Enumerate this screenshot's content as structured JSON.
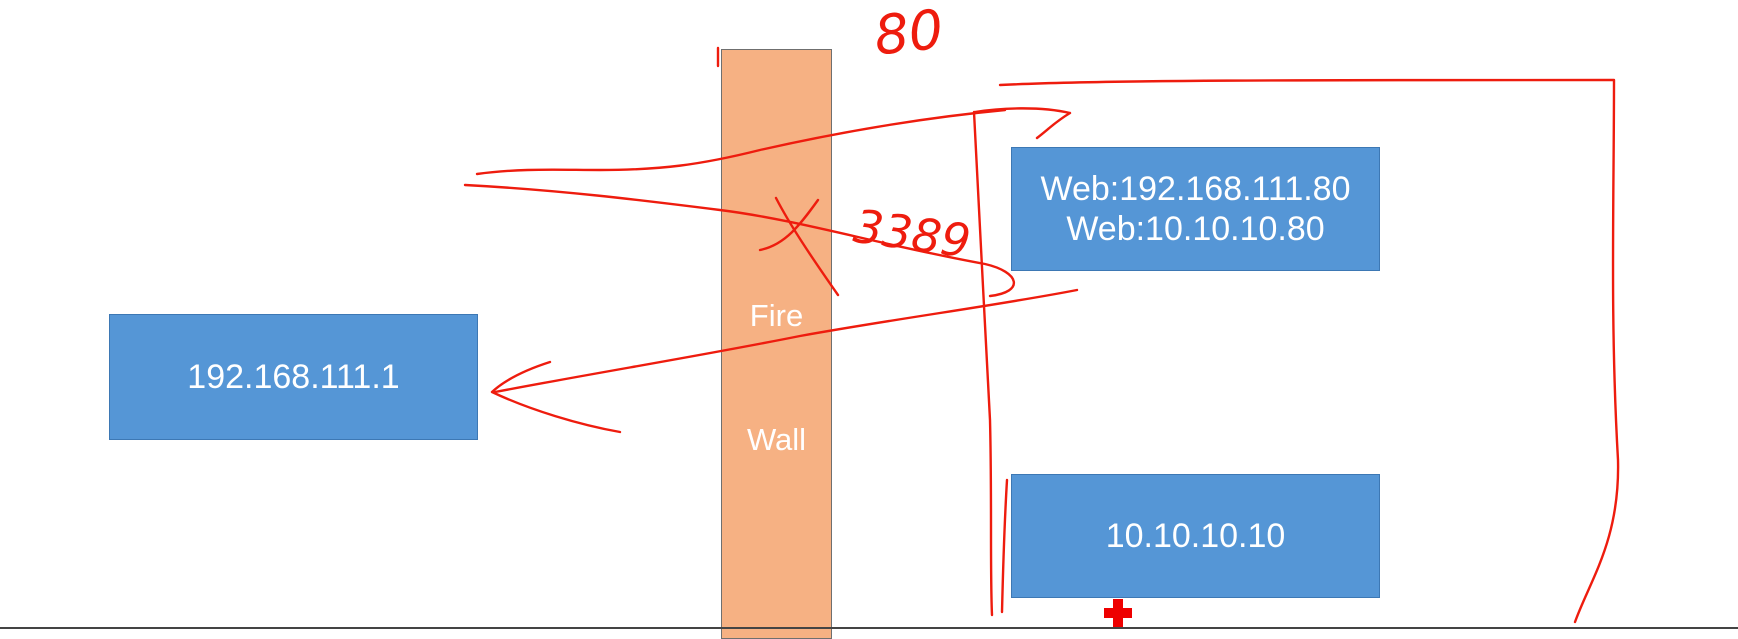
{
  "nodes": {
    "client": {
      "label": "192.168.111.1"
    },
    "web": {
      "line1": "Web:192.168.111.80",
      "line2": "Web:10.10.10.80"
    },
    "inner": {
      "label": "10.10.10.10"
    }
  },
  "firewall": {
    "line1": "Fire",
    "line2": "Wall"
  },
  "annotations": {
    "port_top": "80",
    "port_mid": "3389"
  },
  "colors": {
    "node_fill": "#5596d6",
    "firewall_fill": "#f6b183",
    "ink": "#ee1c0e"
  }
}
